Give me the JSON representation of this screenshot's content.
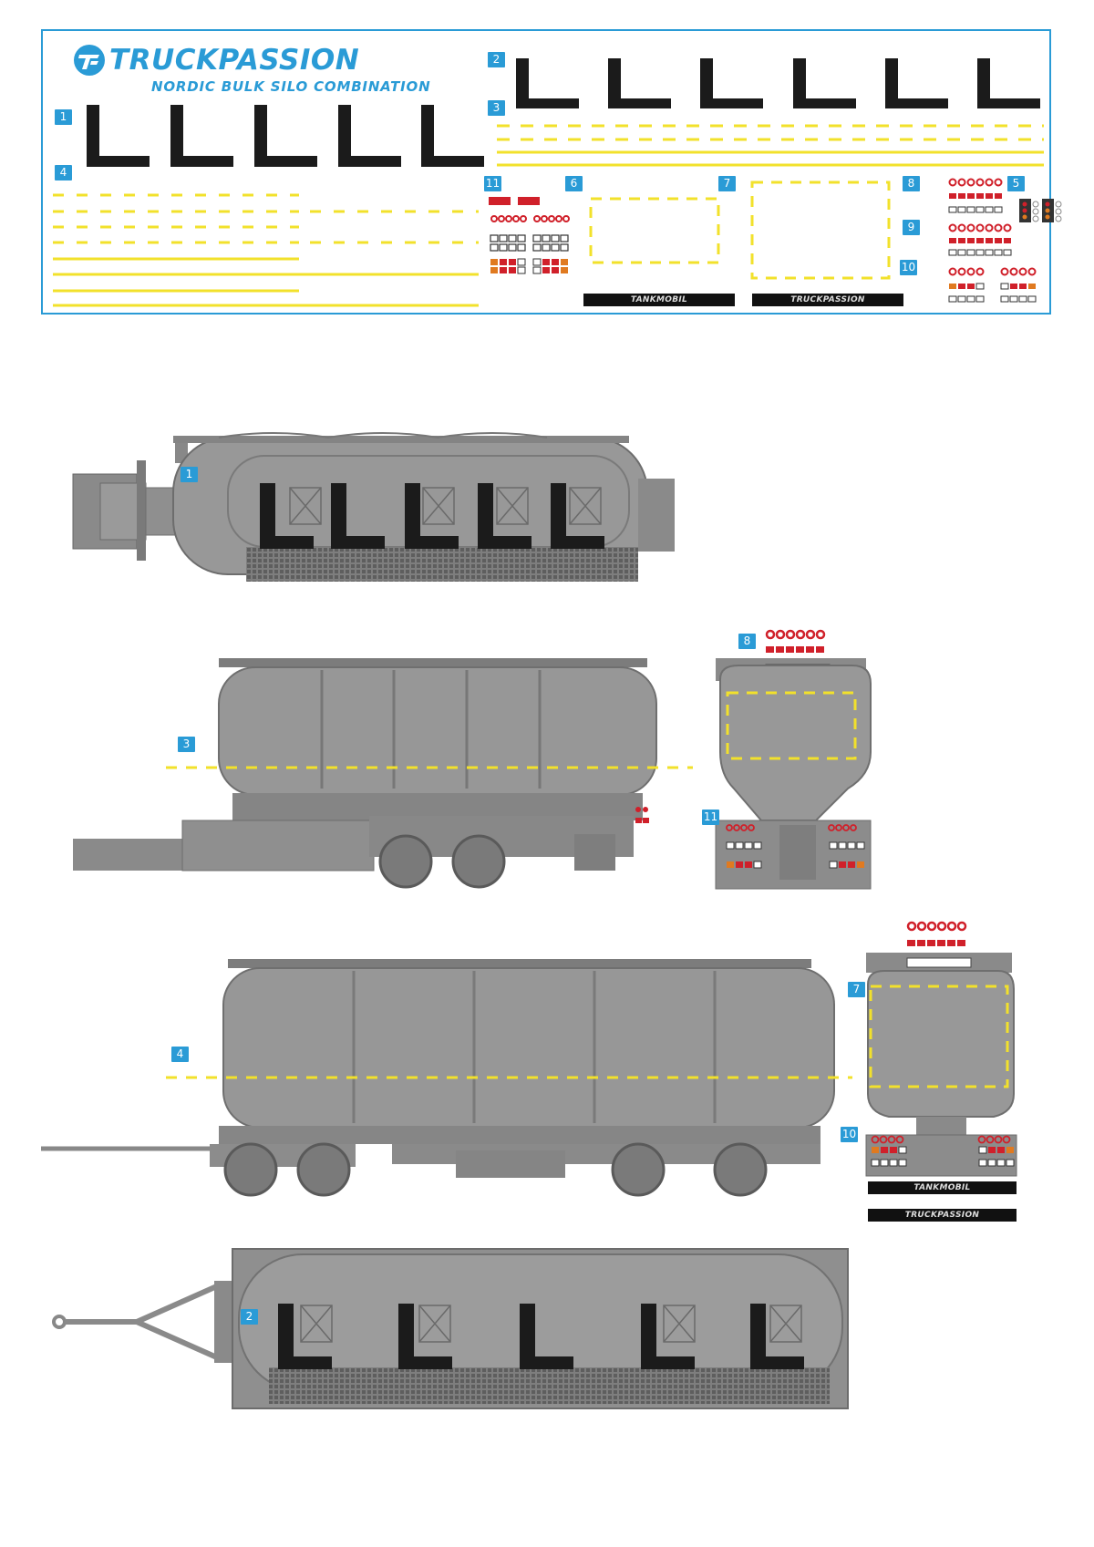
{
  "brand": {
    "name": "TRUCKPASSION",
    "subtitle": "NORDIC BULK SILO COMBINATION",
    "color": "#2a9bd6"
  },
  "sheet_labels": [
    "1",
    "2",
    "3",
    "4",
    "5",
    "6",
    "7",
    "8",
    "9",
    "10",
    "11"
  ],
  "letters": {
    "glyph": "L"
  },
  "stripe_text": {
    "tankmobil": "TANKMOBIL",
    "truckpassion": "TRUCKPASSION"
  },
  "view_labels": {
    "semi_top": "1",
    "semi_side": "3",
    "semi_rear": "8",
    "semi_rear_lights": "11",
    "trailer_side": "4",
    "trailer_rear": "7",
    "trailer_rear_lights": "10",
    "trailer_top": "2"
  },
  "colors": {
    "decal_black": "#1b1b1b",
    "stripe_yellow": "#f2e12b",
    "light_red": "#d0202a",
    "light_orange": "#e07a20",
    "body_gray": "#8d8d8d",
    "body_gray_dark": "#6f6f6f"
  }
}
